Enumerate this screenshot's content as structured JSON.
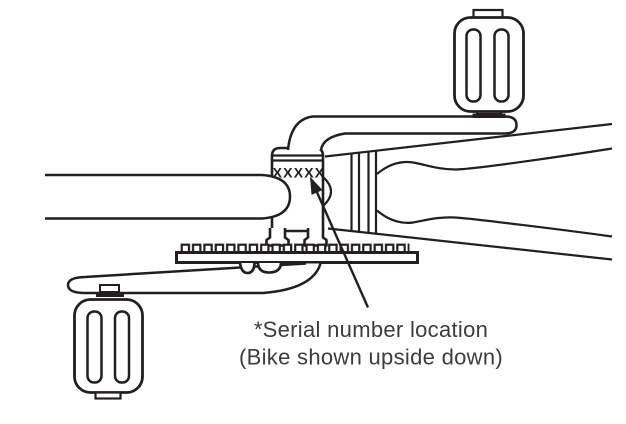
{
  "diagram": {
    "serial_label": "XXXXX",
    "caption": {
      "line1": "*Serial number location",
      "line2": "(Bike shown upside down)"
    },
    "colors": {
      "line": "#231f20",
      "caption_text": "#3c3c3c",
      "background": "#ffffff"
    }
  }
}
